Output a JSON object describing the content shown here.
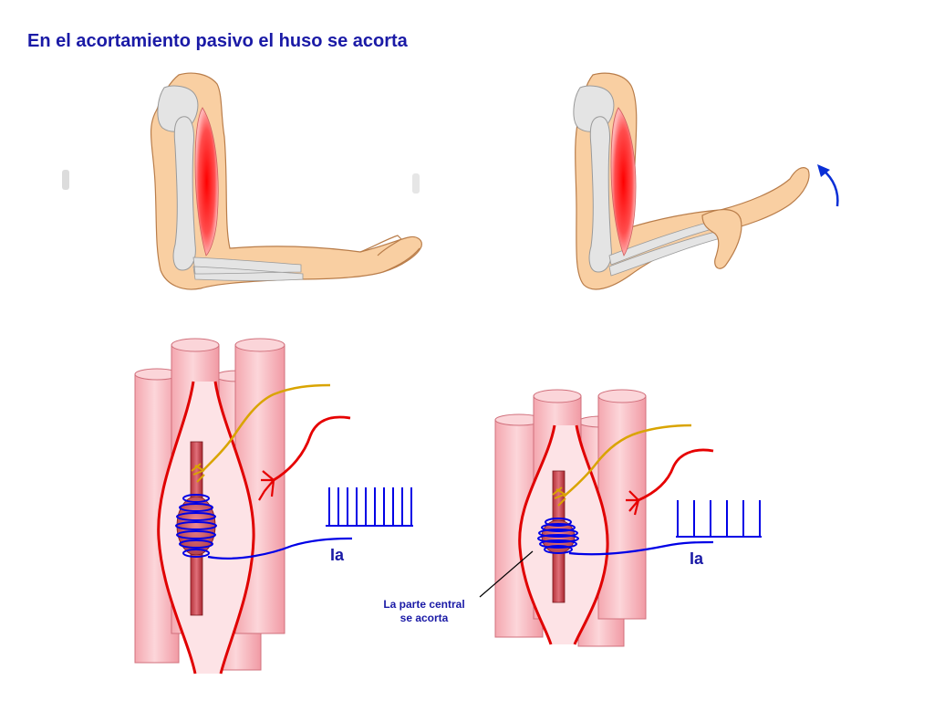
{
  "title": "En el acortamiento pasivo el huso se acorta",
  "spindle_left": {
    "fiber_label": "Ia",
    "spike_count": 10
  },
  "spindle_right": {
    "fiber_label": "Ia",
    "spike_count": 6
  },
  "callout": {
    "line1": "La parte central",
    "line2": "se acorta"
  },
  "colors": {
    "title": "#1a1aa6",
    "skin": "#f9cfa2",
    "skin_outline": "#b97d4a",
    "bone": "#e4e4e4",
    "muscle": "#ff0000",
    "extrafusal_fiber": "#f7b9bf",
    "intrafusal_capsule": "#fde3e6",
    "sensory_ia": "#0000e6",
    "sensory_ii": "#d9a400",
    "motor": "#e60000"
  }
}
